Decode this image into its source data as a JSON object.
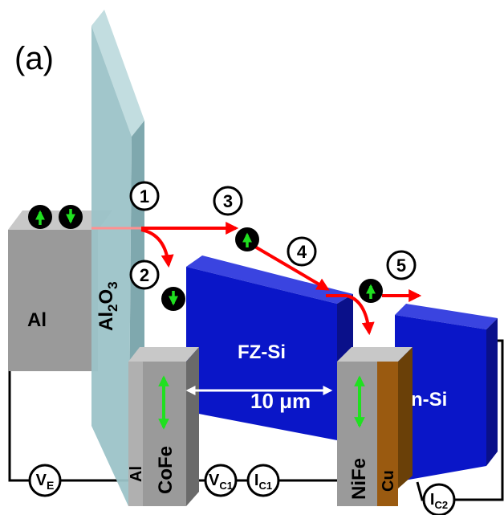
{
  "panel_label": "(a)",
  "layers": {
    "al_left": "Al",
    "oxide_base": "Al",
    "oxide_sub1": "2",
    "oxide_mid": "O",
    "oxide_sub2": "3",
    "fz_si": "FZ-Si",
    "n_si": "n-Si",
    "cofe": "CoFe",
    "al_thin": "Al",
    "nife": "NiFe",
    "cu": "Cu"
  },
  "distance_label": "10 μm",
  "steps": [
    "1",
    "2",
    "3",
    "4",
    "5"
  ],
  "meters": {
    "ve_main": "V",
    "ve_sub": "E",
    "vc1_main": "V",
    "vc1_sub": "C1",
    "ic1_main": "I",
    "ic1_sub": "C1",
    "ic2_main": "I",
    "ic2_sub": "C2"
  },
  "colors": {
    "gray_block": "#9a9a9a",
    "oxide": "#9cc3c8",
    "silicon_blue": "#0a16c8",
    "copper": "#9a5a10",
    "electron_arrow": "#ff0000",
    "spin_arrow": "#20e020"
  }
}
